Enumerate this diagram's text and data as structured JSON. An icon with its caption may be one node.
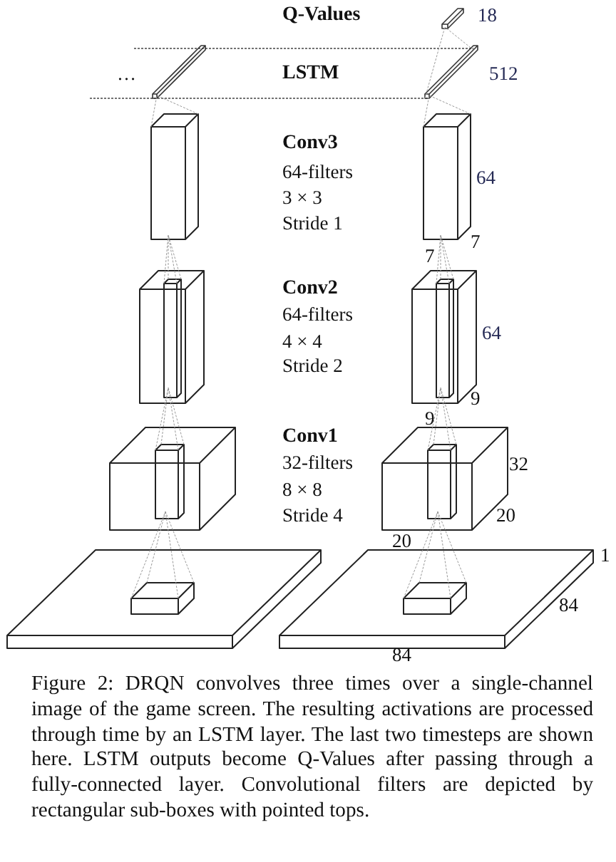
{
  "diagram": {
    "caption": "Figure 2: DRQN convolves three times over a single-channel image of the game screen. The resulting activations are processed through time by an LSTM layer. The last two timesteps are shown here. LSTM outputs become Q-Values after passing through a fully-connected layer. Convolutional filters are depicted by rectangular sub-boxes with pointed tops.",
    "labels": [
      "Q-Values",
      "18",
      "…",
      "LSTM",
      "512",
      "Conv3",
      "64-filters",
      "3 × 3",
      "Stride 1",
      "64",
      "7",
      "7",
      "Conv2",
      "64-filters",
      "4 × 4",
      "Stride 2",
      "64",
      "9",
      "9",
      "Conv1",
      "32-filters",
      "8 × 8",
      "Stride 4",
      "32",
      "20",
      "20",
      "1",
      "84",
      "84"
    ]
  }
}
